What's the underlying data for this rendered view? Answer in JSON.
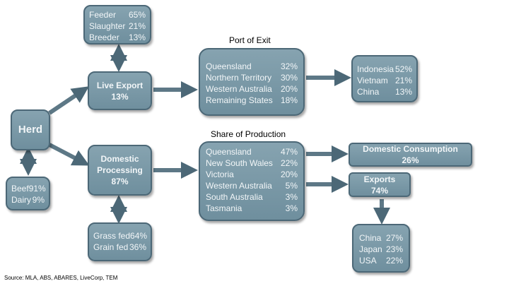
{
  "herd": {
    "label": "Herd",
    "types": [
      {
        "name": "Beef",
        "pct": "91%"
      },
      {
        "name": "Dairy",
        "pct": "9%"
      }
    ]
  },
  "live_export": {
    "label": "Live Export",
    "pct": "13%",
    "types": [
      {
        "name": "Feeder",
        "pct": "65%"
      },
      {
        "name": "Slaughter",
        "pct": "21%"
      },
      {
        "name": "Breeder",
        "pct": "13%"
      }
    ],
    "port_title": "Port of Exit",
    "ports": [
      {
        "name": "Queensland",
        "pct": "32%"
      },
      {
        "name": "Northern Territory",
        "pct": "30%"
      },
      {
        "name": "Western Australia",
        "pct": "20%"
      },
      {
        "name": "Remaining States",
        "pct": "18%"
      }
    ],
    "destinations": [
      {
        "name": "Indonesia",
        "pct": "52%"
      },
      {
        "name": "Vietnam",
        "pct": "21%"
      },
      {
        "name": "China",
        "pct": "13%"
      }
    ]
  },
  "domestic": {
    "label": "Domestic Processing",
    "pct": "87%",
    "feed": [
      {
        "name": "Grass fed",
        "pct": "64%"
      },
      {
        "name": "Grain fed",
        "pct": "36%"
      }
    ],
    "share_title": "Share of Production",
    "states": [
      {
        "name": "Queensland",
        "pct": "47%"
      },
      {
        "name": "New South Wales",
        "pct": "22%"
      },
      {
        "name": "Victoria",
        "pct": "20%"
      },
      {
        "name": "Western Australia",
        "pct": "5%"
      },
      {
        "name": "South Australia",
        "pct": "3%"
      },
      {
        "name": "Tasmania",
        "pct": "3%"
      }
    ],
    "consumption": "Domestic Consumption 26%",
    "exports": "Exports 74%",
    "export_markets": [
      {
        "name": "China",
        "pct": "27%"
      },
      {
        "name": "Japan",
        "pct": "23%"
      },
      {
        "name": "USA",
        "pct": "22%"
      }
    ]
  },
  "source": "Source: MLA, ABS, ABARES, LiveCorp, TEM"
}
